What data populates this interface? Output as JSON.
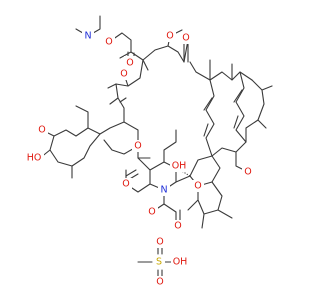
{
  "colors": {
    "bond": "#3a3a3a",
    "oxygen": "#e0190f",
    "nitrogen": "#1f2fd8",
    "sulfur": "#c8a800"
  },
  "labels": {
    "n_dimethyl": "N",
    "o_ester_top": "O",
    "o_ester_carbonyl": "O",
    "o_methoxy_top": "O",
    "o_ketone_top": "O",
    "o_ketone_mid": "O",
    "o_methoxy_left": "O",
    "ho_left": "HO",
    "o_lactone_ring": "O",
    "o_lactone_carbonyl": "O",
    "n_pipecolate": "N",
    "o_amide": "O",
    "o_ketone_low": "O",
    "oh_hemiketal": "OH",
    "o_pyran": "O",
    "o_methoxy_right": "O",
    "s_mesyl": "S",
    "o_mesyl_top": "O",
    "oh_mesyl": "OH",
    "o_mesyl_bottom": "O"
  }
}
